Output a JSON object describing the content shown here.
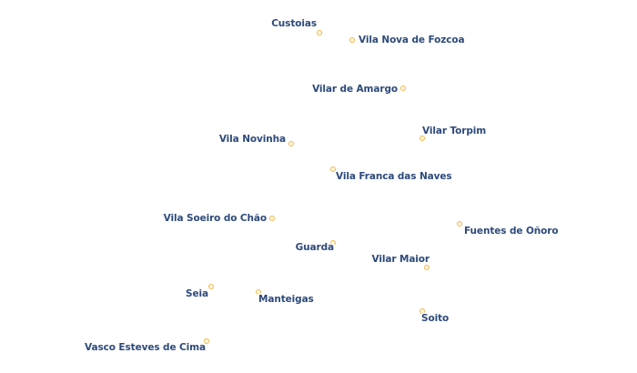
{
  "map": {
    "places": [
      {
        "name": "Custoias"
      },
      {
        "name": "Vila Nova de Fozcoa"
      },
      {
        "name": "Vilar de Amargo"
      },
      {
        "name": "Vilar Torpim"
      },
      {
        "name": "Vila Novinha"
      },
      {
        "name": "Vila Franca das Naves"
      },
      {
        "name": "Vila Soeiro do Chão"
      },
      {
        "name": "Fuentes de Oñoro"
      },
      {
        "name": "Guarda"
      },
      {
        "name": "Vilar Maior"
      },
      {
        "name": "Seia"
      },
      {
        "name": "Manteigas"
      },
      {
        "name": "Soito"
      },
      {
        "name": "Vasco Esteves de Cima"
      }
    ],
    "colors": {
      "marker_stroke": "#f2b84b",
      "label_text": "#2d4a7a"
    }
  }
}
